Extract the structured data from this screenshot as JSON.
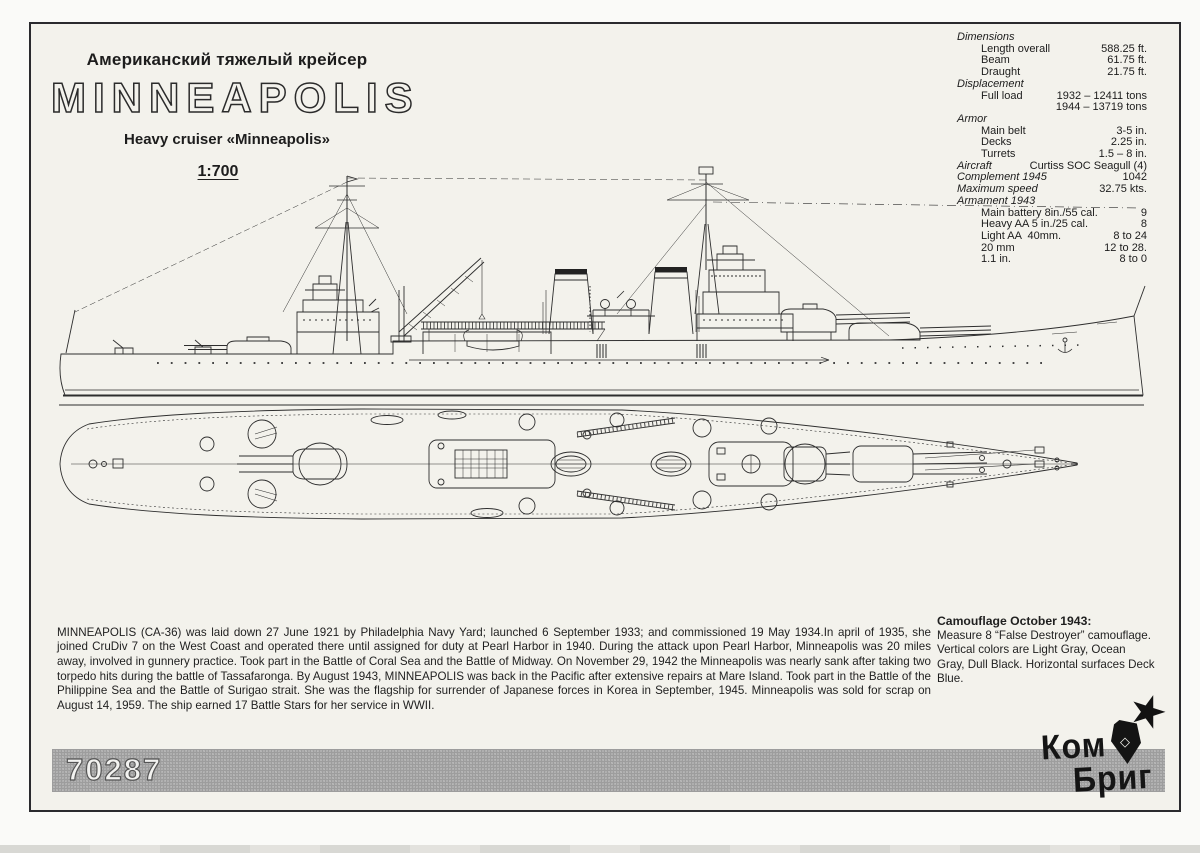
{
  "header": {
    "title_ru": "Американский тяжелый крейсер",
    "ship_name": "MINNEAPOLIS",
    "title_en": "Heavy cruiser «Minneapolis»",
    "scale": "1:700"
  },
  "specs": {
    "rows": [
      {
        "type": "section",
        "label": "Dimensions",
        "value": ""
      },
      {
        "type": "item",
        "label": "Length overall",
        "value": "588.25 ft."
      },
      {
        "type": "item",
        "label": "Beam",
        "value": "61.75 ft."
      },
      {
        "type": "item",
        "label": "Draught",
        "value": "21.75 ft."
      },
      {
        "type": "section",
        "label": "Displacement",
        "value": ""
      },
      {
        "type": "item",
        "label": "Full load",
        "value": "1932 – 12411 tons"
      },
      {
        "type": "item",
        "label": "",
        "value": "1944 – 13719 tons"
      },
      {
        "type": "section",
        "label": "Armor",
        "value": ""
      },
      {
        "type": "item",
        "label": "Main belt",
        "value": "3-5 in."
      },
      {
        "type": "item",
        "label": "Decks",
        "value": "2.25 in."
      },
      {
        "type": "item",
        "label": "Turrets",
        "value": "1.5 – 8 in."
      },
      {
        "type": "section",
        "label": "Aircraft",
        "value": "Curtiss SOC Seagull (4)"
      },
      {
        "type": "section",
        "label": "Complement 1945",
        "value": "1042"
      },
      {
        "type": "section",
        "label": "Maximum speed",
        "value": "32.75 kts."
      },
      {
        "type": "section",
        "label": "Armament 1943",
        "value": ""
      },
      {
        "type": "item",
        "label": "Main battery 8in./55 cal.",
        "value": "9"
      },
      {
        "type": "item",
        "label": "Heavy AA 5 in./25 cal.",
        "value": "8"
      },
      {
        "type": "item",
        "label": "Light AA  40mm.",
        "value": "8 to 24"
      },
      {
        "type": "item",
        "label": "20 mm",
        "value": "12 to 28."
      },
      {
        "type": "item",
        "label": "1.1 in.",
        "value": "8 to 0"
      }
    ]
  },
  "history": {
    "text": "MINNEAPOLIS (CA-36) was laid down 27 June 1921 by Philadelphia Navy Yard; launched 6 September 1933; and commissioned 19 May 1934.In april of 1935, she joined CruDiv 7 on the West Coast and operated there until assigned for duty at Pearl Harbor in 1940. During the attack upon Pearl Harbor, Minneapolis was 20 miles away, involved in gunnery practice. Took part in the Battle of Coral Sea and the Battle of Midway. On November 29, 1942 the Minneapolis was nearly sank after taking two torpedo hits during the battle of Tassafaronga. By August 1943, MINNEAPOLIS was back in the Pacific after extensive repairs at Mare Island. Took part in the Battle of the Philippine Sea and the Battle of Surigao strait. She was the flagship for surrender of Japanese forces in Korea in September, 1945. Minneapolis was sold for scrap on August 14, 1959. The ship earned 17 Battle Stars for her service in WWII."
  },
  "camouflage": {
    "title": "Camouflage October 1943:",
    "text": "Measure 8 “False Destroyer” camouflage. Vertical colors are Light Gray, Ocean Gray, Dull Black. Horizontal surfaces Deck Blue."
  },
  "footer": {
    "kit_number": "70287"
  },
  "brand": {
    "word1": "Ком",
    "word2": "Бриг",
    "star": "★",
    "flag_diamond": "◇"
  },
  "colors": {
    "paper": "#f3f2ec",
    "ink": "#2a2a2e",
    "bar_gray": "#aeaeae"
  }
}
